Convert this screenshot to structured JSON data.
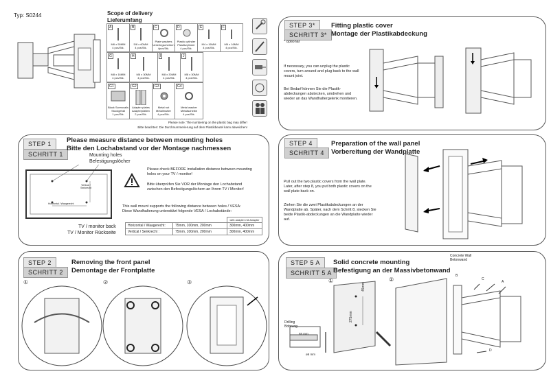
{
  "typ": "Typ: S0244",
  "scope": {
    "title_en": "Scope of delivery",
    "title_de": "Lieferumfang",
    "parts": [
      {
        "id": "A",
        "label": "M6 x 50MM",
        "qty": "4 pcs/Stk."
      },
      {
        "id": "B",
        "label": "5/8 x 60MM",
        "qty": "4 pcs/Stk."
      },
      {
        "id": "C",
        "label": "Plate washers Unterlegscheiben",
        "qty": "4pcs/Stk."
      },
      {
        "id": "D",
        "label": "Plastic cylinder Plastikzylinder",
        "qty": "4 pcs/Stk."
      },
      {
        "id": "E",
        "label": "M4 x 16MM",
        "qty": "4 pcs/Stk."
      },
      {
        "id": "F",
        "label": "M6 x 16MM",
        "qty": "4 pcs/Stk."
      },
      {
        "id": "G",
        "label": "M8 x 16MM",
        "qty": "4 pcs/Stk."
      },
      {
        "id": "H",
        "label": "M6 x 30MM",
        "qty": "4 pcs/Stk."
      },
      {
        "id": "I",
        "label": "M8 x 30MM",
        "qty": "4 pcs/Stk."
      },
      {
        "id": "J",
        "label": "M8 x 30MM",
        "qty": "4 pcs/Stk."
      },
      {
        "id": "G1",
        "label": "Black Screwvalls Stockgehäl",
        "qty": "1 pcs/Stk."
      },
      {
        "id": "G2",
        "label": "Adapter plates Adapterplatten",
        "qty": "2 pcs/Stk."
      },
      {
        "id": "G3",
        "label": "Metal nut Metallmutter",
        "qty": "4 pcs/Stk."
      },
      {
        "id": "G4",
        "label": "Metal washer Metallscheibe",
        "qty": "4 pcs/Stk."
      }
    ],
    "note_en": "Please note: The numbering on the plastic bag may differ!",
    "note_de": "Bitte beachten: Die Durchnummerierung auf dem Plastikbeutel kann abweichen!"
  },
  "step3": {
    "en": "STEP  3*",
    "de": "SCHRITT 3*",
    "title_en": "Fitting plastic cover",
    "title_de": "Montage der Plastikabdeckung",
    "optional": "* optional",
    "text_en": "If necessary, you can unplug the plastic covers, turn around and plug back to the wall mount joint.",
    "text_de": "Bei Bedarf können Sie die Plastik-abdeckungen abstecken, umdrehen und wieder an das Wandhaltergelenk montieren."
  },
  "step1": {
    "en": "STEP  1",
    "de": "SCHRITT 1",
    "title_en": "Please measure distance between mounting holes",
    "title_de": "Bitte den Lochabstand vor der Montage nachmessen",
    "holes_en": "Mounting holes",
    "holes_de": "Befestigungslöcher",
    "warn_en": "Please check BEFORE installation distance between mounting holes on your TV / monitor!",
    "warn_de": "Bitte überprüfen Sie VOR der Montage den Lochabstand zwischen den Befestigungslöchern an Ihrem TV / Monitor!",
    "vesa_en": "This wall mount supports the following distance between holes / VESA:",
    "vesa_de": "Diese Wandhalterung unterstützt folgende VESA / Lochabstände:",
    "vertical": "Vertical / Senkrecht",
    "horizontal": "Horizontal / Waagerecht",
    "adapter": "with adapter mit Adapter",
    "row1_label": "Horizontal / Waagerecht:",
    "row1_val": "75mm, 100mm, 200mm",
    "row1_adapter": "300mm, 400mm",
    "row2_label": "Vertical / Senkrecht :",
    "row2_val": "75mm, 100mm, 200mm",
    "row2_adapter": "300mm, 400mm",
    "back_en": "TV / monitor back",
    "back_de": "TV / Monitor Rückseite"
  },
  "step4": {
    "en": "STEP  4",
    "de": "SCHRITT 4",
    "title_en": "Preparation of the wall panel",
    "title_de": "Vorbereitung der Wandplatte",
    "text_en": "Pull out the two plastic covers from the wall plate. Later, after step 8, you put both plastic covers on the wall plate back on.",
    "text_de": "Ziehen Sie die zwei Plastikabdeckungen an der Wandplatte ab. Später, nach dem Schritt 8, stecken Sie beide Plastik-abdeckungen an die Wandplatte wieder auf."
  },
  "step2": {
    "en": "STEP  2",
    "de": "SCHRITT 2",
    "title_en": "Removing the front panel",
    "title_de": "Demontage der Frontplatte",
    "nums": [
      "①",
      "②",
      "③"
    ]
  },
  "step5": {
    "en": "STEP  5 A",
    "de": "SCHRITT 5 A",
    "title_en": "Solid concrete mounting",
    "title_de": "Befestigung an der Massivbetonwand",
    "wall_en": "Concrete Wall",
    "wall_de": "Betonwand",
    "dim1": "45mm",
    "dim2": "275mm",
    "drill_en": "Drilling",
    "drill_de": "Bohrung",
    "depth": "55 mm",
    "diam": "ø6  mm",
    "nums": [
      "①",
      "②"
    ],
    "letters": [
      "B",
      "C",
      "A",
      "D"
    ]
  }
}
